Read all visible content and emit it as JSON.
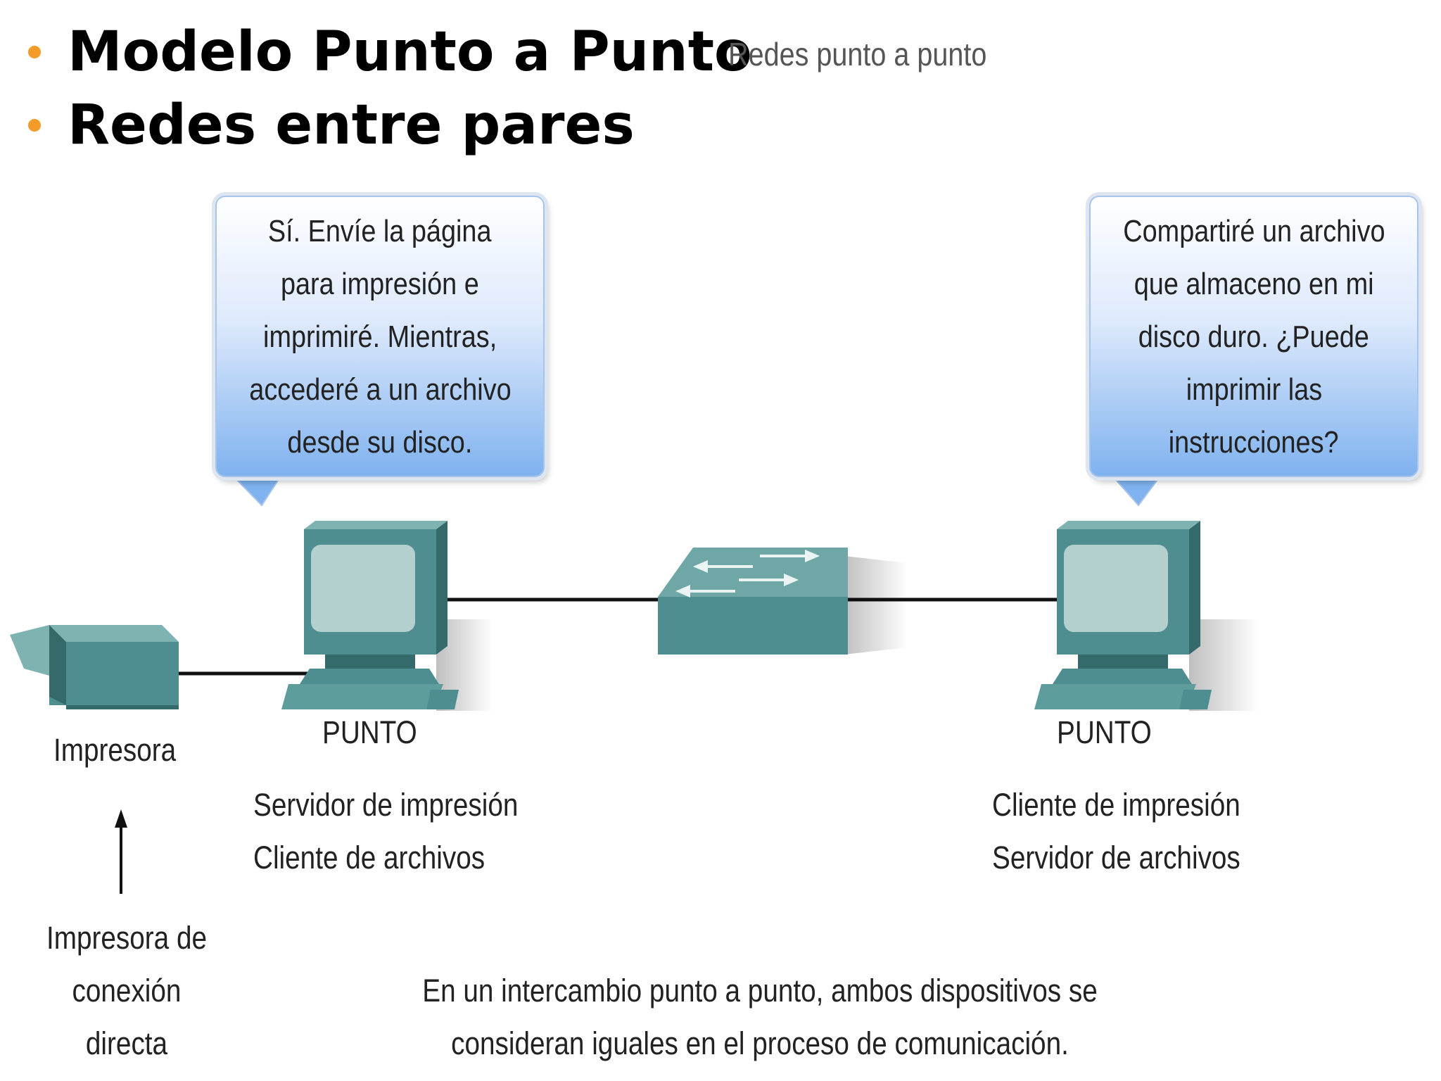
{
  "bullets": [
    "Modelo Punto a Punto",
    "Redes entre pares"
  ],
  "figure_title": "Redes punto a punto",
  "bubble_left": [
    "Sí. Envíe la página",
    "para impresión e",
    "imprimiré. Mientras,",
    "accederé a un archivo",
    "desde su disco."
  ],
  "bubble_right": [
    "Compartiré un archivo",
    "que almaceno en mi",
    "disco duro. ¿Puede",
    "imprimir las",
    "instrucciones?"
  ],
  "printer_label": "Impresora",
  "printer_note": [
    "Impresora de",
    "conexión",
    "directa"
  ],
  "peer_left": {
    "name": "PUNTO",
    "roles": [
      "Servidor de impresión",
      "Cliente de archivos"
    ]
  },
  "peer_right": {
    "name": "PUNTO",
    "roles": [
      "Cliente de impresión",
      "Servidor de archivos"
    ]
  },
  "caption": [
    "En un intercambio punto a punto, ambos dispositivos se",
    "consideran iguales en el proceso de comunicación."
  ],
  "colors": {
    "device": "#4f8e90",
    "device_light": "#7fb3b2",
    "device_dark": "#356a6b",
    "screen": "#b3d0ce",
    "bullet": "#f39c2a",
    "bubble": "#7fb2ee"
  }
}
